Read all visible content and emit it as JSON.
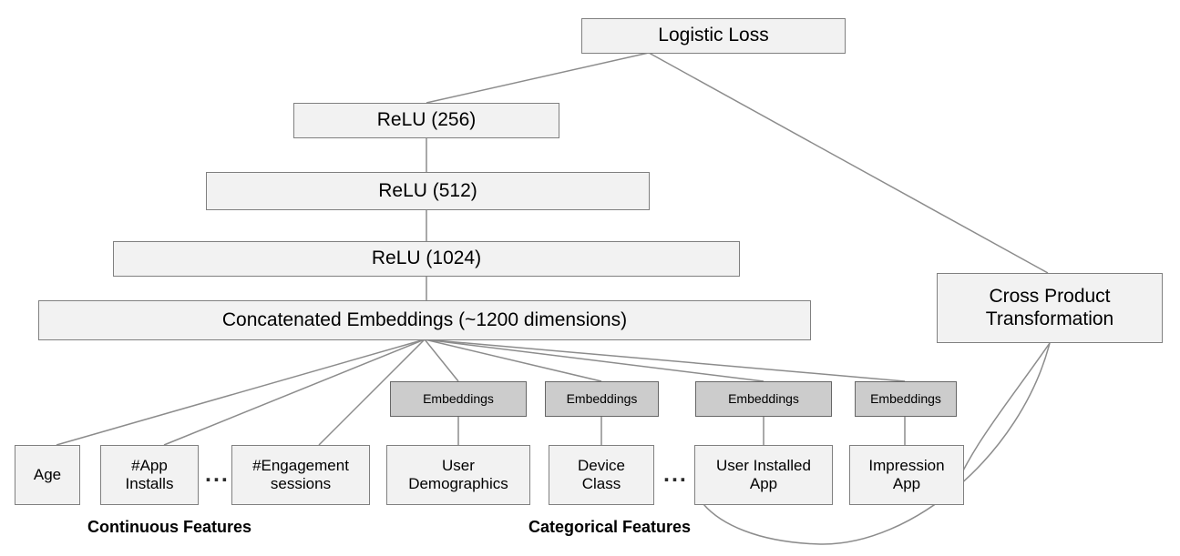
{
  "diagram": {
    "title_node": {
      "label": "Logistic Loss"
    },
    "deep_tower": [
      {
        "label": "ReLU (256)"
      },
      {
        "label": "ReLU (512)"
      },
      {
        "label": "ReLU (1024)"
      },
      {
        "label": "Concatenated Embeddings (~1200 dimensions)"
      }
    ],
    "wide_tower": {
      "label": "Cross Product\nTransformation"
    },
    "embedding_nodes": [
      {
        "label": "Embeddings"
      },
      {
        "label": "Embeddings"
      },
      {
        "label": "Embeddings"
      },
      {
        "label": "Embeddings"
      }
    ],
    "continuous_features": [
      {
        "label": "Age"
      },
      {
        "label": "#App\nInstalls"
      },
      {
        "label": "#Engagement\nsessions"
      }
    ],
    "categorical_features": [
      {
        "label": "User\nDemographics"
      },
      {
        "label": "Device\nClass"
      },
      {
        "label": "User Installed\nApp"
      },
      {
        "label": "Impression\nApp"
      }
    ],
    "ellipses": [
      {
        "label": "..."
      },
      {
        "label": "..."
      }
    ],
    "group_labels": [
      {
        "label": "Continuous Features"
      },
      {
        "label": "Categorical Features"
      }
    ],
    "colors": {
      "light_fill": "#f2f2f2",
      "dark_fill": "#cccccc",
      "box_stroke": "#808080",
      "dark_box_stroke": "#666666",
      "edge_stroke": "#8c8c8c",
      "text": "#000000",
      "background": "#ffffff"
    }
  }
}
